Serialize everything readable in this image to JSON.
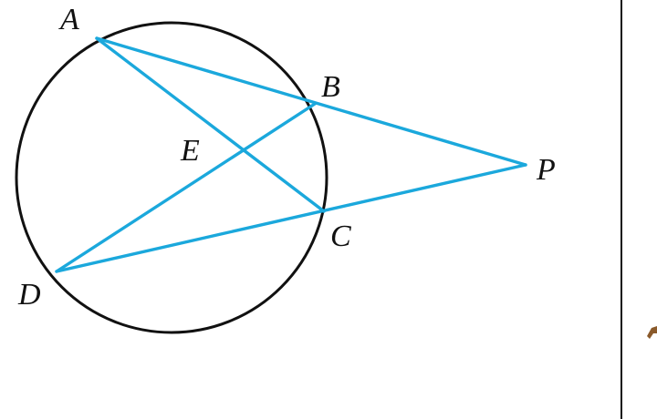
{
  "figure": {
    "points": {
      "A": "A",
      "B": "B",
      "C": "C",
      "D": "D",
      "E": "E",
      "P": "P"
    },
    "segments": [
      "AP",
      "DP",
      "AC",
      "DB"
    ],
    "colors": {
      "circle": "#111111",
      "segments": "#1ba8dc",
      "labels": "#111111"
    }
  }
}
